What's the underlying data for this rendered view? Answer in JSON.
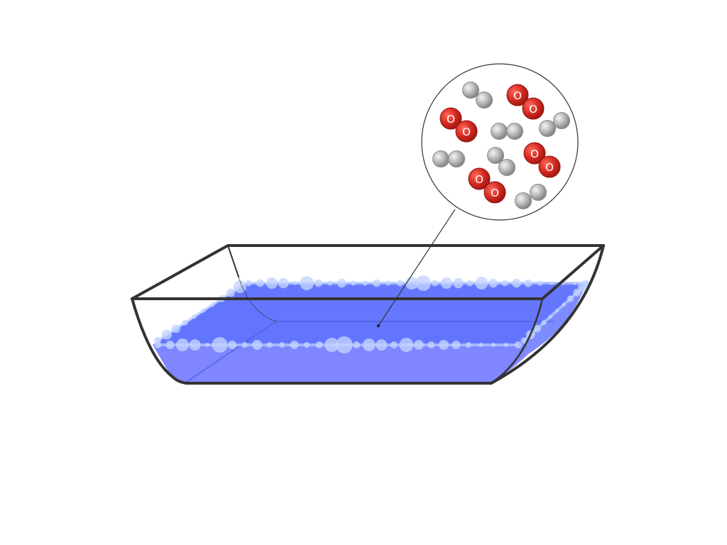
{
  "diagram": {
    "colors": {
      "liquid_front": "#7f86ff",
      "liquid_top": "#6677ff",
      "bubble": "#b9cfff",
      "outline": "#333333",
      "oxygen_atom": "#d42a22",
      "hydrogen_atom": "#a9a9a9",
      "atom_label": "#ffffff"
    },
    "molecules": [
      {
        "formula": "H2",
        "atoms": [
          "",
          ""
        ]
      },
      {
        "formula": "O2",
        "atoms": [
          "O",
          "O"
        ]
      },
      {
        "formula": "O2",
        "atoms": [
          "O",
          "O"
        ]
      },
      {
        "formula": "H2",
        "atoms": [
          "",
          ""
        ]
      },
      {
        "formula": "H2",
        "atoms": [
          "",
          ""
        ]
      },
      {
        "formula": "H2",
        "atoms": [
          "",
          ""
        ]
      },
      {
        "formula": "H2",
        "atoms": [
          "",
          ""
        ]
      },
      {
        "formula": "O2",
        "atoms": [
          "O",
          "O"
        ]
      },
      {
        "formula": "O2",
        "atoms": [
          "O",
          "O"
        ]
      },
      {
        "formula": "H2",
        "atoms": [
          "",
          ""
        ]
      }
    ]
  }
}
